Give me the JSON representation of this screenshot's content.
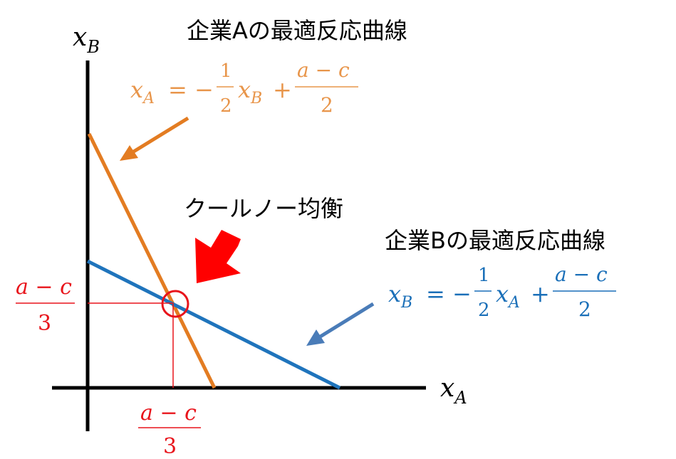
{
  "titles": {
    "firm_a_curve": "企業Aの最適反応曲線",
    "firm_b_curve": "企業Bの最適反応曲線",
    "cournot_equilibrium": "クールノー均衡"
  },
  "axes": {
    "vertical_var": "x",
    "vertical_sub": "B",
    "horizontal_var": "x",
    "horizontal_sub": "A"
  },
  "eq_a": {
    "lhs_var": "x",
    "lhs_sub": "A",
    "equals_minus": "= −",
    "half_num": "1",
    "half_den": "2",
    "rhs_var": "x",
    "rhs_sub": "B",
    "plus": "+",
    "frac_num": "a − c",
    "frac_den": "2"
  },
  "eq_b": {
    "lhs_var": "x",
    "lhs_sub": "B",
    "equals_minus": "= −",
    "half_num": "1",
    "half_den": "2",
    "rhs_var": "x",
    "rhs_sub": "A",
    "plus": "+",
    "frac_num": "a − c",
    "frac_den": "2"
  },
  "equilibrium_labels": {
    "y_num": "a − c",
    "y_den": "3",
    "x_num": "a − c",
    "x_den": "3"
  },
  "colors": {
    "axis": "#000000",
    "firm_a": "#E37C22",
    "firm_a_text": "#E8954A",
    "firm_b": "#1F74BC",
    "firm_b_text": "#1A6FB8",
    "firm_b_arrow": "#4A7CB8",
    "equilibrium": "#E8141B",
    "arrow_big": "#FF0000"
  }
}
